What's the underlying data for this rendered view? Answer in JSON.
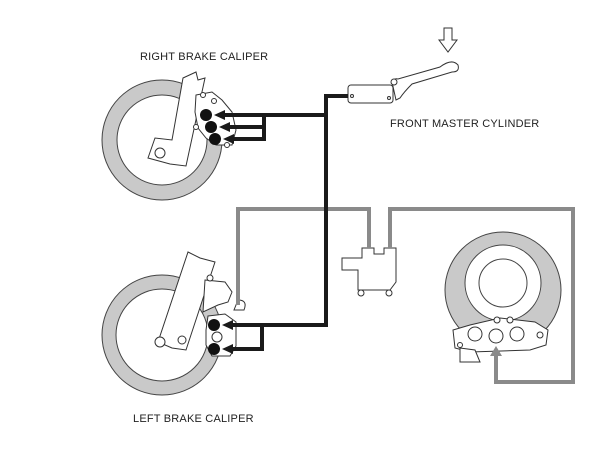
{
  "diagram": {
    "title": "Front and rear brake hydraulic system",
    "labels": {
      "right_caliper": "RIGHT BRAKE CALIPER",
      "left_caliper": "LEFT BRAKE CALIPER",
      "front_master": "FRONT MASTER CYLINDER"
    },
    "components": [
      {
        "id": "front-master-cylinder",
        "name": "Front master cylinder with lever",
        "input": "lever press (down arrow)"
      },
      {
        "id": "right-brake-caliper",
        "name": "Right brake caliper",
        "pistons_active": 3,
        "pistons_total": 3
      },
      {
        "id": "left-brake-caliper",
        "name": "Left brake caliper",
        "pistons_active": 2,
        "pistons_total": 3
      },
      {
        "id": "proportioning-valve",
        "name": "Delay / proportioning valve"
      },
      {
        "id": "rear-brake-caliper",
        "name": "Rear brake caliper",
        "pistons_total": 3
      }
    ],
    "lines": [
      {
        "id": "front-line",
        "style": "black",
        "from": "front-master-cylinder",
        "to": [
          "right-brake-caliper",
          "left-brake-caliper"
        ]
      },
      {
        "id": "secondary-line",
        "style": "gray",
        "from": "left-brake-caliper",
        "to": "proportioning-valve"
      },
      {
        "id": "rear-line",
        "style": "gray",
        "from": "proportioning-valve",
        "to": "rear-brake-caliper"
      }
    ],
    "colors": {
      "front_line": "#1a1a1a",
      "rear_line": "#8a8a8a",
      "tire": "#c9c9c9"
    }
  }
}
